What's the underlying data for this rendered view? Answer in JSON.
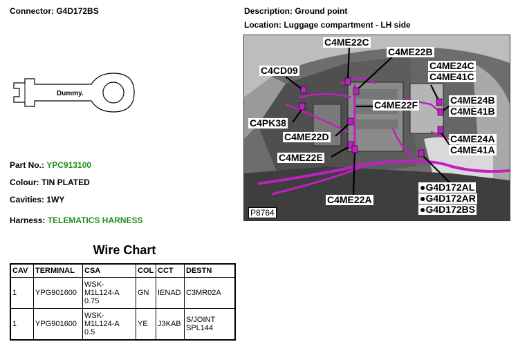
{
  "header": {
    "connector_label": "Connector:",
    "connector_value": "G4D172BS",
    "description_label": "Description:",
    "description_value": "Ground point",
    "location_label": "Location:",
    "location_value": "Luggage compartment - LH side"
  },
  "connector_drawing": {
    "label": "Dummy."
  },
  "details": {
    "part_no_label": "Part No.:",
    "part_no_value": "YPC913100",
    "colour_label": "Colour:",
    "colour_value": "TIN PLATED",
    "cavities_label": "Cavities:",
    "cavities_value": "1WY",
    "harness_label": "Harness:",
    "harness_value": "TELEMATICS HARNESS"
  },
  "photo": {
    "reference": "P8764",
    "callouts": {
      "c4me22c": "C4ME22C",
      "c4me22b": "C4ME22B",
      "c4cd09": "C4CD09",
      "c4me24c": "C4ME24C",
      "c4me41c": "C4ME41C",
      "c4me22f": "C4ME22F",
      "c4me24b": "C4ME24B",
      "c4me41b": "C4ME41B",
      "c4pk38": "C4PK38",
      "c4me22d": "C4ME22D",
      "c4me24a": "C4ME24A",
      "c4me41a": "C4ME41A",
      "c4me22e": "C4ME22E",
      "g4d172al": "●G4D172AL",
      "c4me22a": "C4ME22A",
      "g4d172ar": "●G4D172AR",
      "g4d172bs": "●G4D172BS"
    },
    "colors": {
      "harness": "#c020c0",
      "background": "#6d6d6d"
    }
  },
  "wire_chart": {
    "title": "Wire Chart",
    "headers": [
      "CAV",
      "TERMINAL",
      "CSA",
      "COL",
      "CCT",
      "DESTN"
    ],
    "rows": [
      {
        "cav": "1",
        "terminal": "YPG901600",
        "csa_1": "WSK-",
        "csa_2": "M1L124-A",
        "csa_3": "0.75",
        "col": "GN",
        "cct": "IENAD",
        "destn_1": "C3MR02A",
        "destn_2": ""
      },
      {
        "cav": "1",
        "terminal": "YPG901600",
        "csa_1": "WSK-",
        "csa_2": "M1L124-A",
        "csa_3": "0.5",
        "col": "YE",
        "cct": "J3KAB",
        "destn_1": "S/JOINT",
        "destn_2": "SPL144"
      }
    ]
  }
}
